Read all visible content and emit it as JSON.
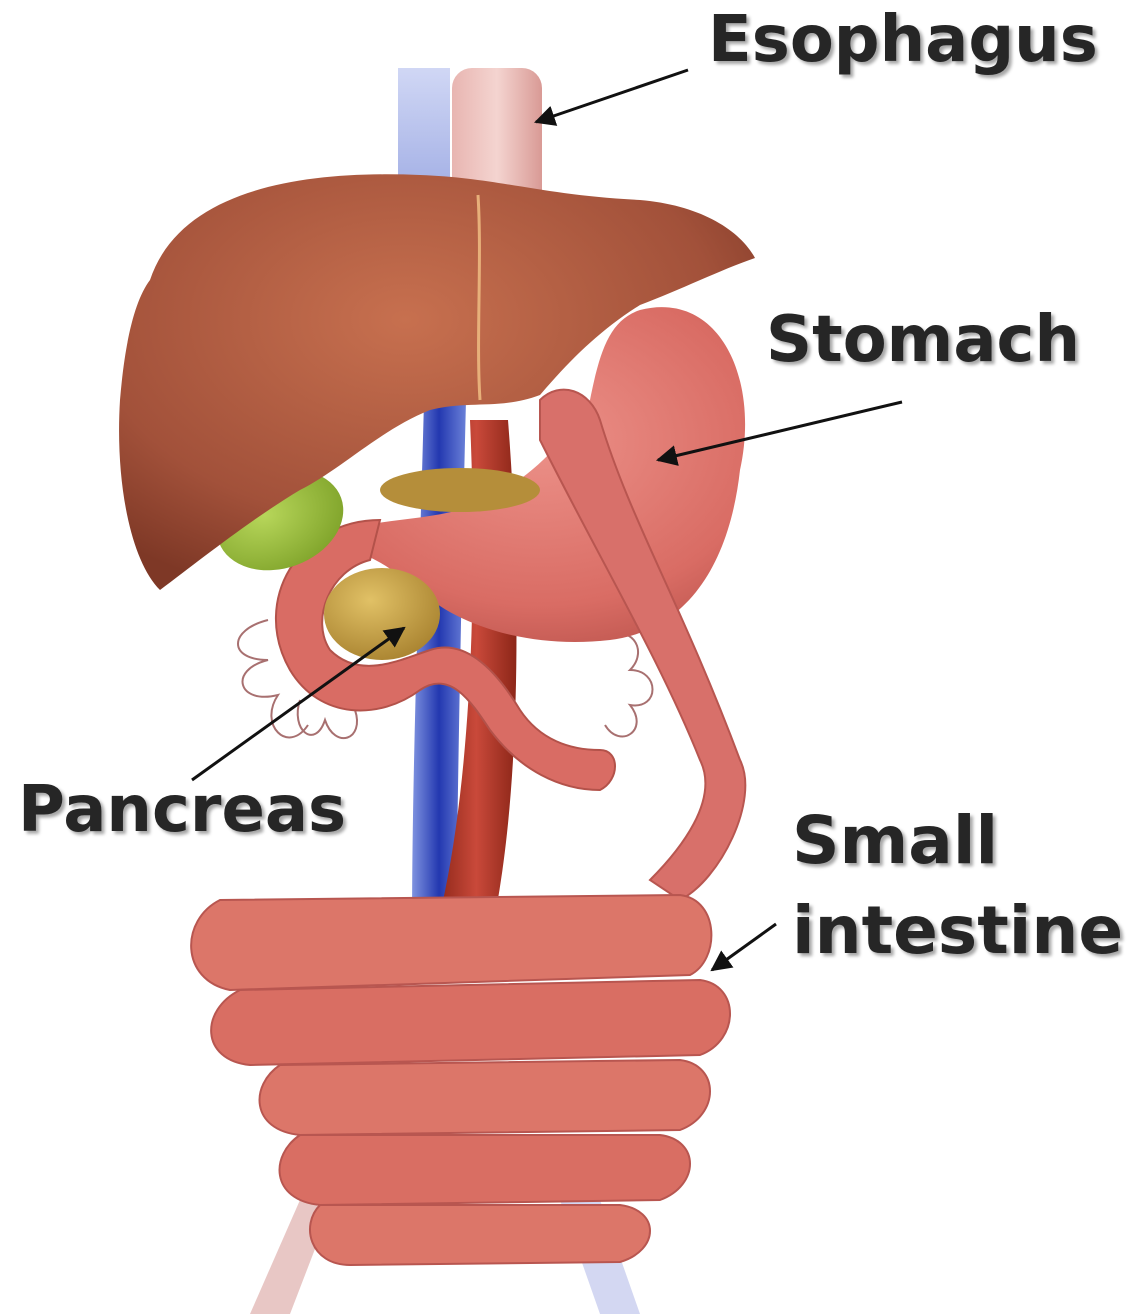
{
  "labels": {
    "esophagus": "Esophagus",
    "stomach": "Stomach",
    "pancreas": "Pancreas",
    "small_intestine_line1": "Small",
    "small_intestine_line2": "intestine"
  },
  "colors": {
    "liver": "#a9573c",
    "stomach": "#d9706a",
    "intestine": "#dc7669",
    "pancreas": "#c9a24a",
    "gallbladder": "#9bbf3a",
    "vein": "#2a44b8",
    "artery": "#b23a2a",
    "label": "#262626"
  }
}
